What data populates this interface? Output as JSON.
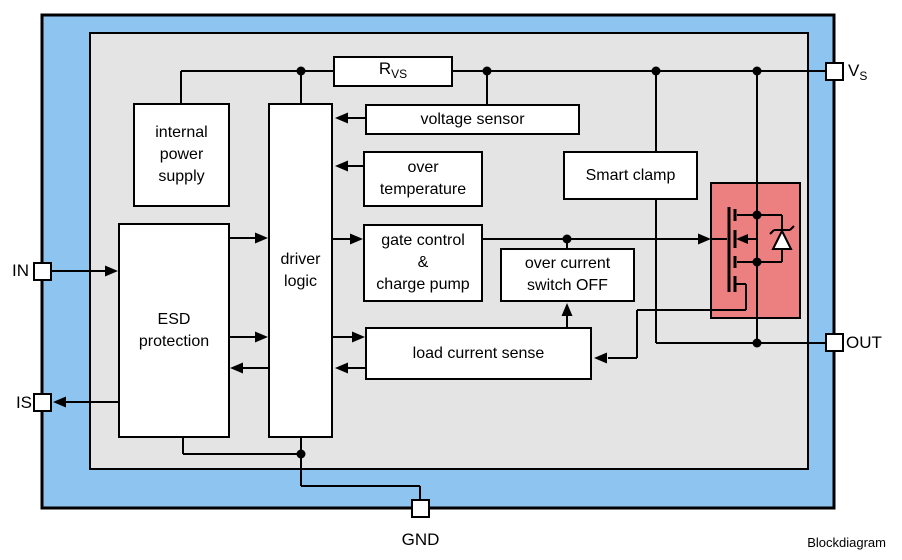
{
  "diagram": {
    "caption": "Blockdiagram",
    "colors": {
      "chip_body_blue": "#8EC4F0",
      "die_gray": "#E4E4E4",
      "power_fet_red": "#EC7F7F",
      "block_white": "#FFFFFF",
      "line_black": "#000000"
    },
    "blocks": {
      "rvs": {
        "main": "R",
        "sub": "VS"
      },
      "internal_power_supply": {
        "lines": [
          "internal",
          "power",
          "supply"
        ]
      },
      "voltage_sensor": {
        "lines": [
          "voltage sensor"
        ]
      },
      "over_temperature": {
        "lines": [
          "over",
          "temperature"
        ]
      },
      "smart_clamp": {
        "lines": [
          "Smart clamp"
        ]
      },
      "driver_logic": {
        "lines": [
          "driver",
          "logic"
        ]
      },
      "gate_control_charge_pump": {
        "lines": [
          "gate control",
          "&",
          "charge pump"
        ]
      },
      "over_current_switch_off": {
        "lines": [
          "over current",
          "switch OFF"
        ]
      },
      "esd_protection": {
        "lines": [
          "ESD",
          "protection"
        ]
      },
      "load_current_sense": {
        "lines": [
          "load current sense"
        ]
      }
    },
    "pins": {
      "in": "IN",
      "is": "IS",
      "vs": {
        "main": "V",
        "sub": "S"
      },
      "out": "OUT",
      "gnd": "GND"
    }
  }
}
